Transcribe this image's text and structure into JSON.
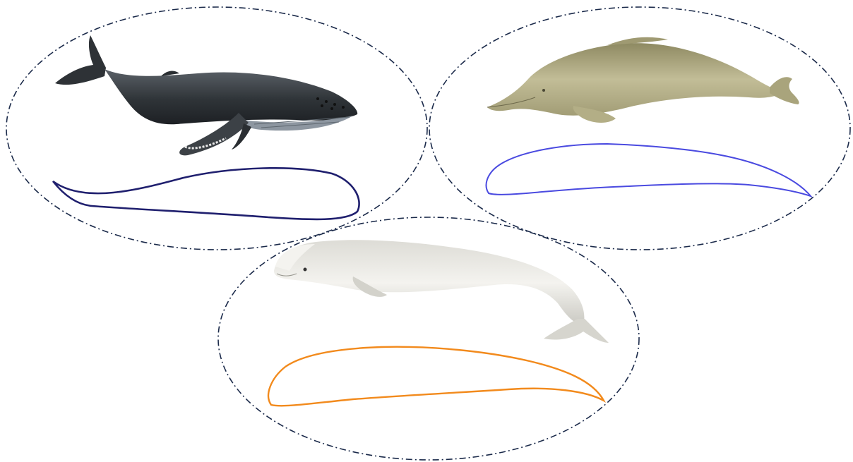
{
  "panels": [
    {
      "animal": "humpback-whale",
      "body_color": "#3a3f44",
      "belly_color": "#8d96a0",
      "profile_color": "#1f1f6e"
    },
    {
      "animal": "river-dolphin",
      "body_color": "#b9b48c",
      "belly_color": "#d8d4b2",
      "profile_color": "#4a4ae0"
    },
    {
      "animal": "beluga-whale",
      "body_color": "#ecebe6",
      "belly_color": "#f7f6f2",
      "profile_color": "#f28a1c"
    }
  ],
  "outline_color": "#1b2a4a",
  "outline_style": "dash-dot"
}
